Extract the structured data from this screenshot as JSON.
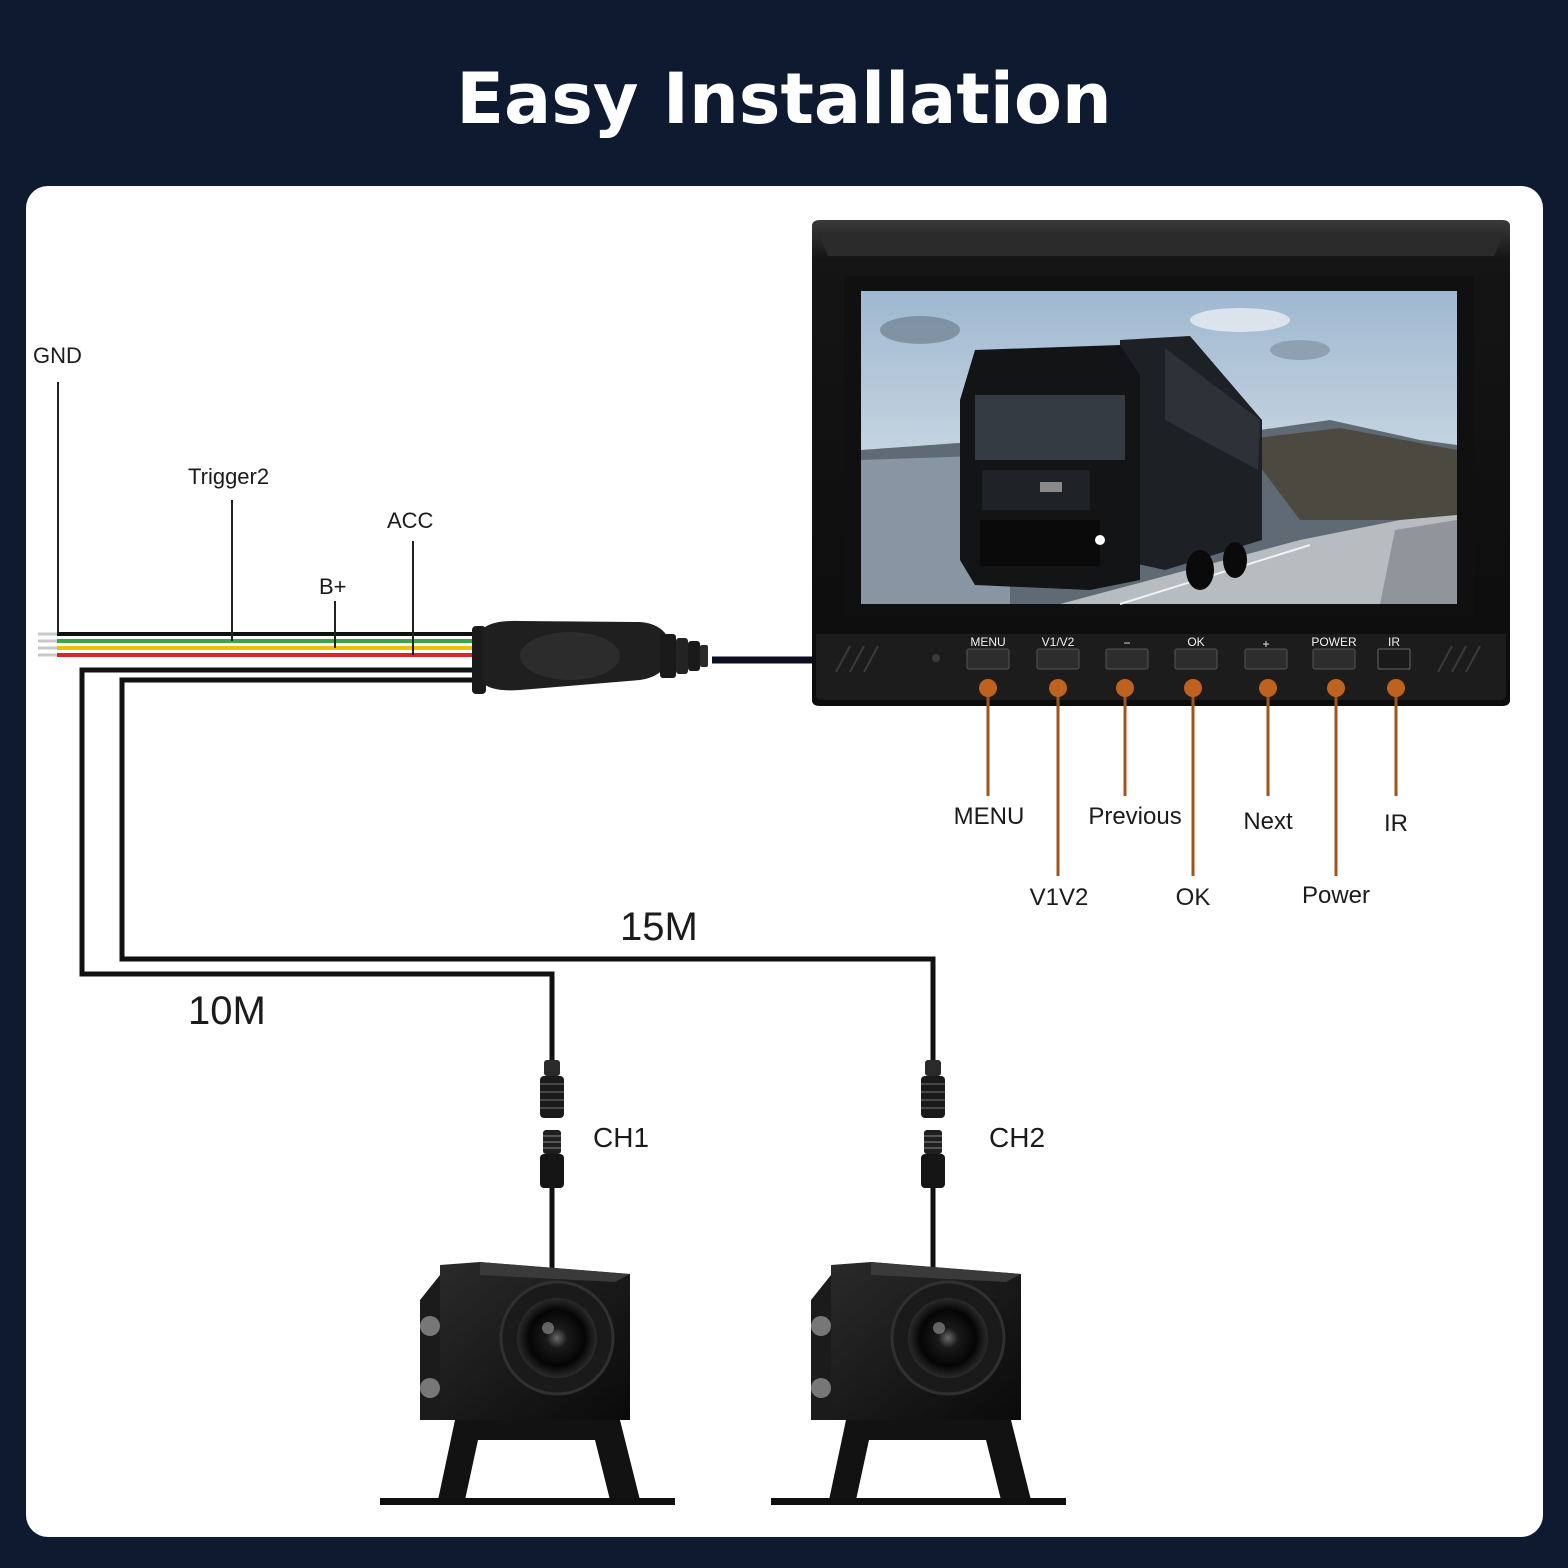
{
  "header": {
    "title": "Easy Installation"
  },
  "wires": {
    "gnd": "GND",
    "trigger2": "Trigger2",
    "bplus": "B+",
    "acc": "ACC"
  },
  "cables": {
    "len_10m": "10M",
    "len_15m": "15M",
    "ch1": "CH1",
    "ch2": "CH2"
  },
  "monitor": {
    "buttons": [
      "MENU",
      "V1/V2",
      "−",
      "OK",
      "+",
      "POWER",
      "IR"
    ],
    "callouts": [
      "MENU",
      "V1V2",
      "Previous",
      "OK",
      "Next",
      "Power",
      "IR"
    ]
  },
  "colors": {
    "background": "#0d1a30",
    "panel": "#ffffff",
    "callout_line": "#a0531c",
    "wire_black": "#111111",
    "wire_green": "#3aa64a",
    "wire_yellow": "#f0c000",
    "wire_red": "#d9262b"
  }
}
